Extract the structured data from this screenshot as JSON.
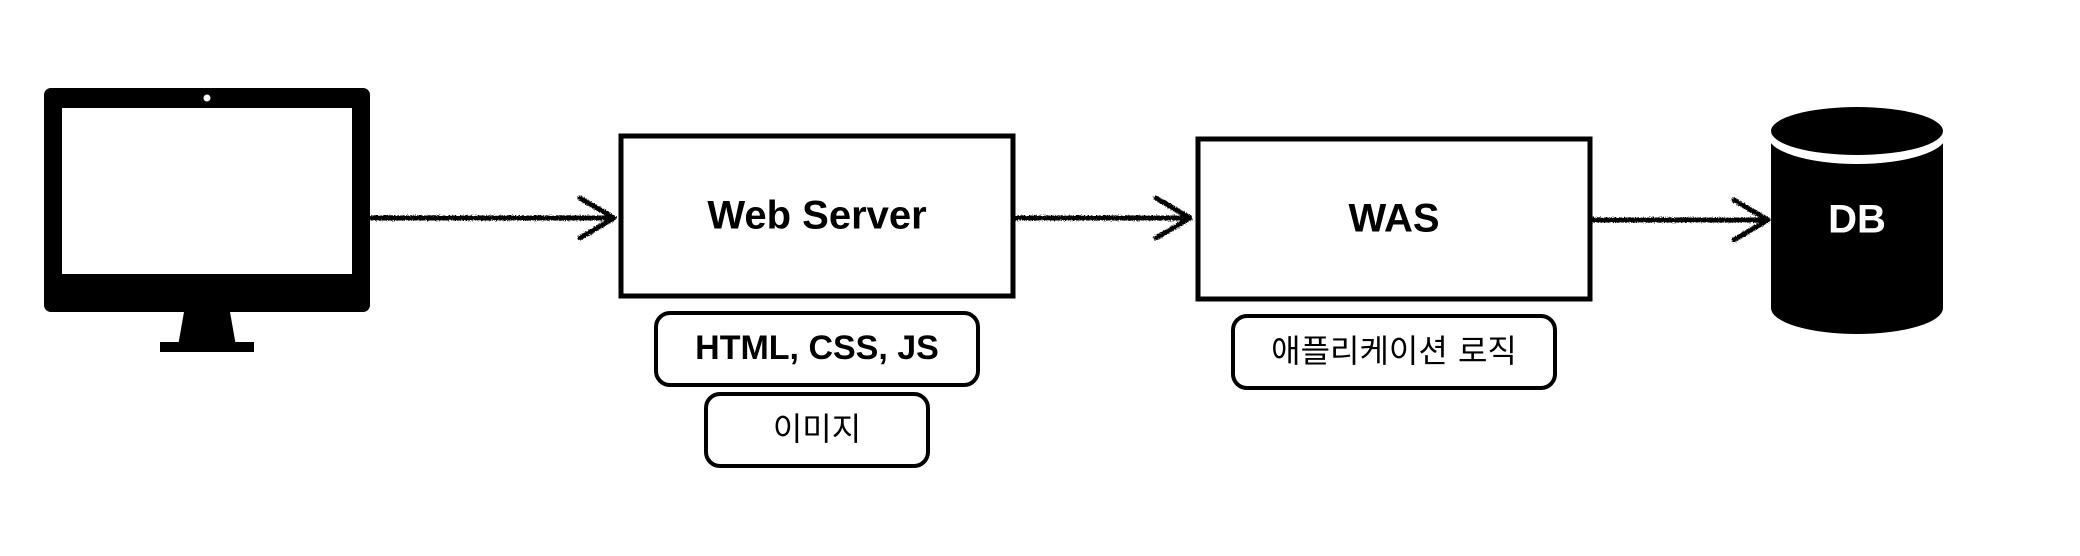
{
  "colors": {
    "background": "#ffffff",
    "stroke": "#000000",
    "db_fill": "#000000",
    "db_text": "#ffffff"
  },
  "nodes": {
    "client": {
      "icon": "monitor-icon"
    },
    "web_server": {
      "label": "Web Server",
      "tags": [
        "HTML, CSS, JS",
        "이미지"
      ]
    },
    "was": {
      "label": "WAS",
      "tags": [
        "애플리케이션 로직"
      ]
    },
    "db": {
      "label": "DB",
      "icon": "database-icon"
    }
  },
  "edges": [
    {
      "from": "client",
      "to": "web_server"
    },
    {
      "from": "web_server",
      "to": "was"
    },
    {
      "from": "was",
      "to": "db"
    }
  ]
}
